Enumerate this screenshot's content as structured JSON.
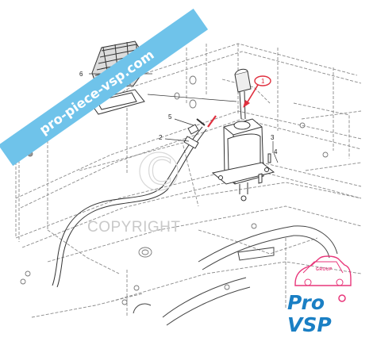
{
  "diagram": {
    "callouts": [
      {
        "number": "1"
      },
      {
        "number": "2"
      },
      {
        "number": "3"
      },
      {
        "number": "4"
      },
      {
        "number": "5"
      },
      {
        "number": "6"
      }
    ],
    "watermark_text": "COPYRIGHT",
    "watermark_symbol": "C",
    "highlight_color": "#e0303f"
  },
  "banner": {
    "text": "pro-piece-vsp.com",
    "color": "#6fc3ea"
  },
  "logo": {
    "small_text": "GROUP",
    "word1": "Pro",
    "word2": "VSP",
    "pink": "#e8367a",
    "blue": "#1a7fc4"
  }
}
